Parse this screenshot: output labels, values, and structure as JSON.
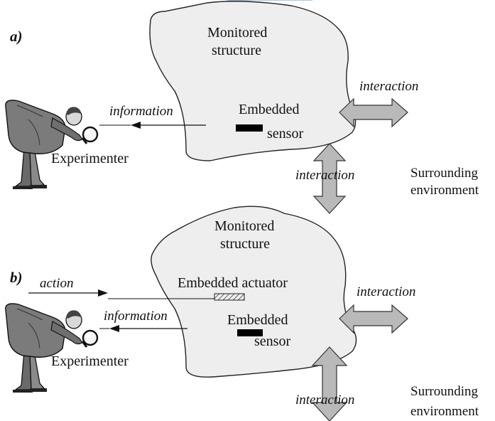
{
  "panel_a": {
    "label": "a)",
    "structure": [
      "Monitored",
      "structure"
    ],
    "sensor": [
      "Embedded",
      "sensor"
    ],
    "information": "information",
    "interaction_right": "interaction",
    "interaction_bottom": "interaction",
    "experimenter": "Experimenter",
    "environment": [
      "Surrounding",
      "environment"
    ]
  },
  "panel_b": {
    "label": "b)",
    "structure": [
      "Monitored",
      "structure"
    ],
    "actuator": "Embedded actuator",
    "sensor": [
      "Embedded",
      "sensor"
    ],
    "action": "action",
    "information": "information",
    "interaction_right": "interaction",
    "interaction_bottom": "interaction",
    "experimenter": "Experimenter",
    "environment": [
      "Surrounding",
      "environment"
    ]
  },
  "colors": {
    "structure_fill": "#eeeeee",
    "arrow_fill": "#b9b9b9",
    "stroke": "#222222",
    "sensor": "#000000"
  },
  "icons": [
    "experimenter-with-magnifier-icon"
  ]
}
